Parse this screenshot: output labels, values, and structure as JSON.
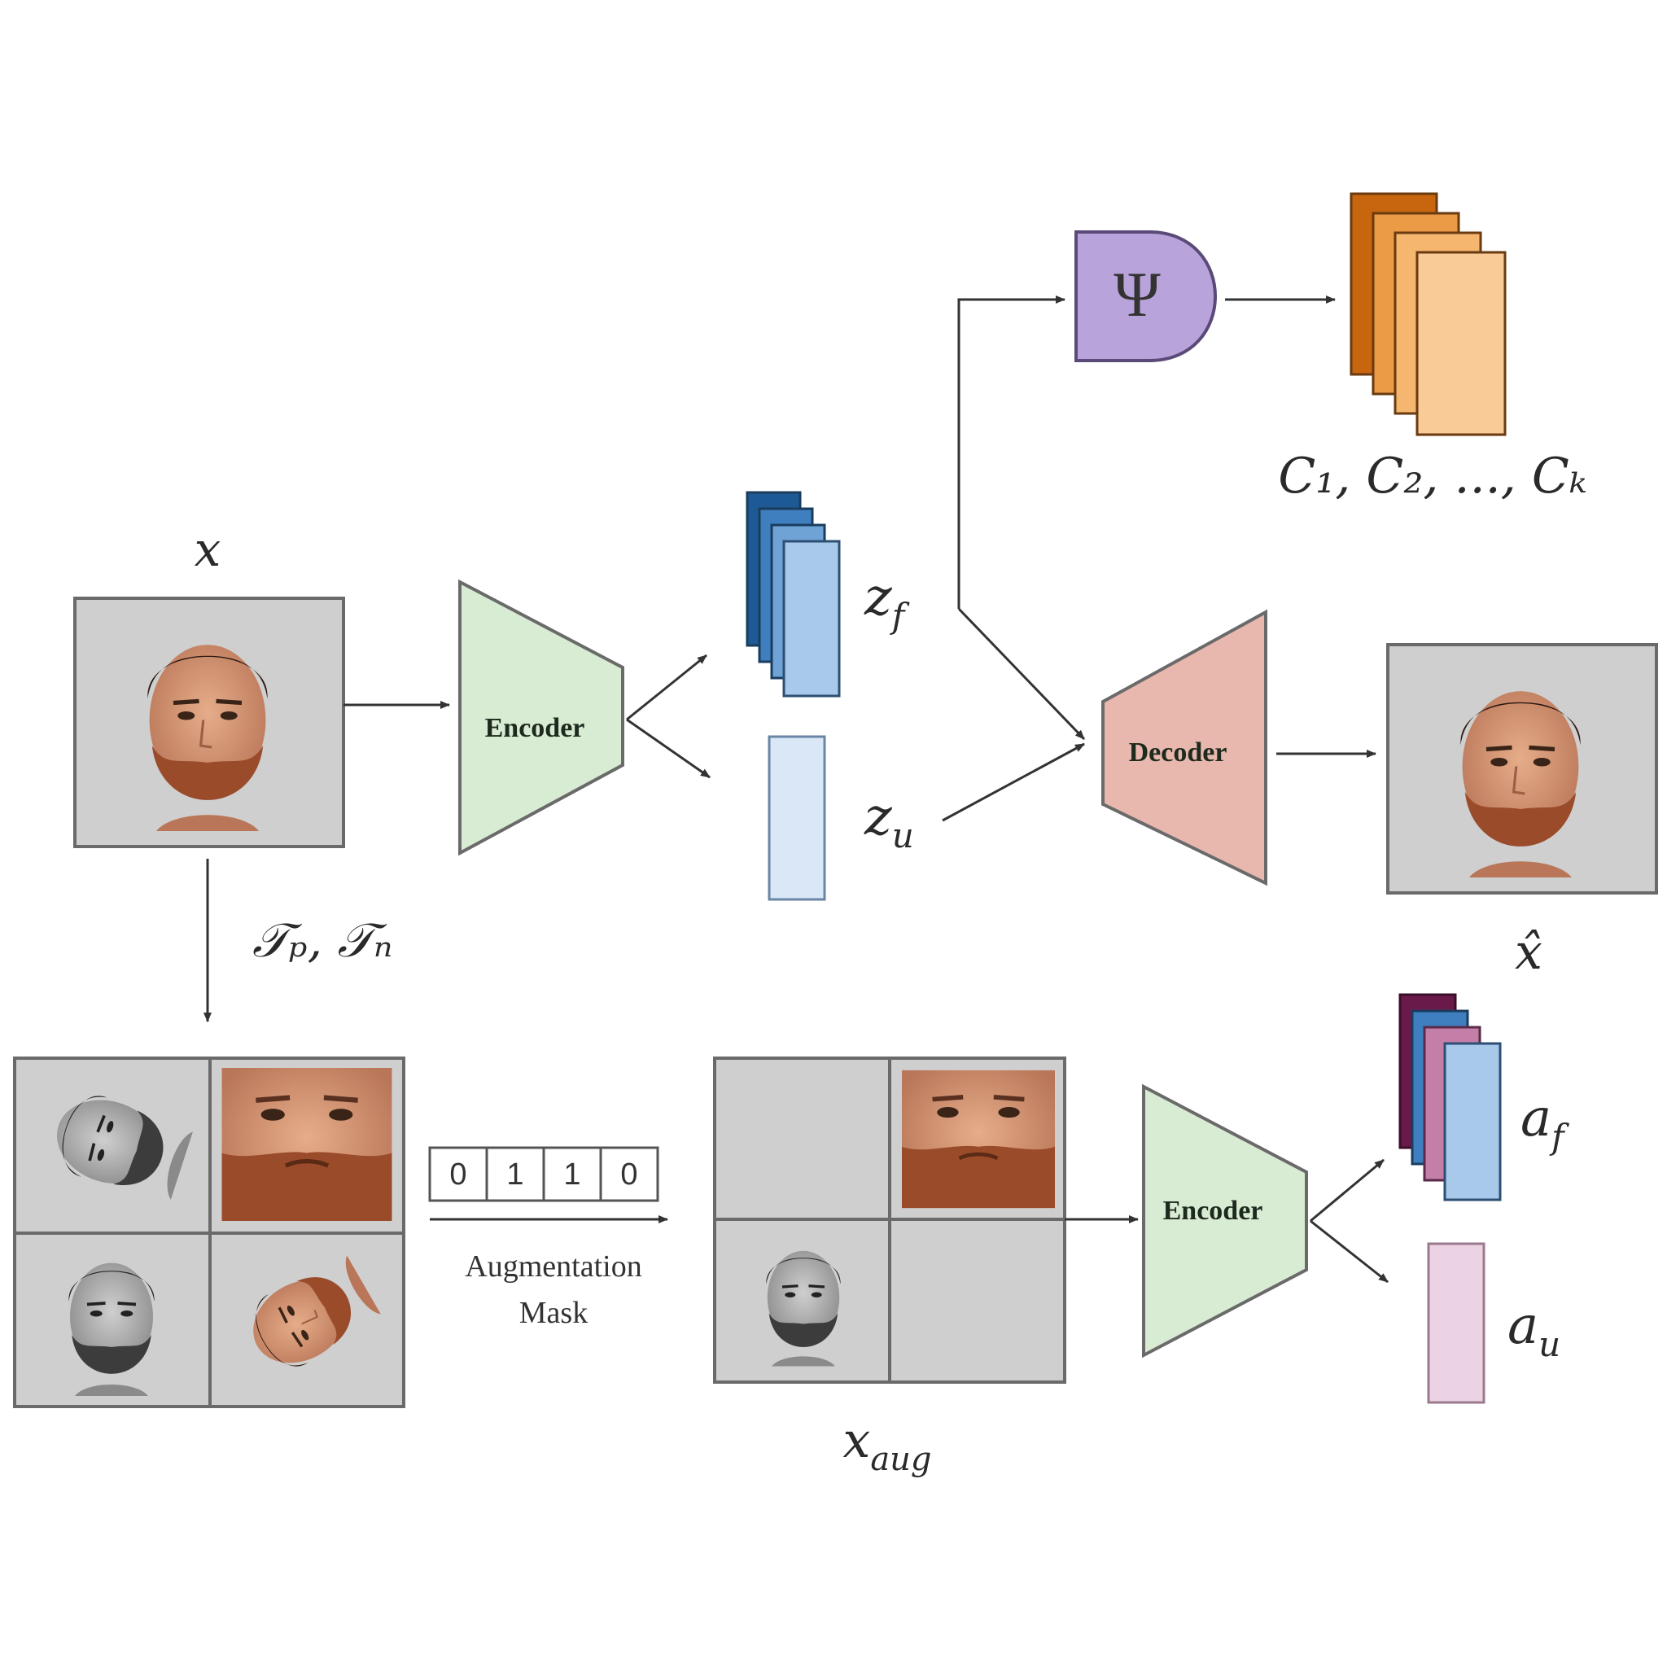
{
  "labels": {
    "x": "x",
    "z_f": "z",
    "z_f_sub": "f",
    "z_u": "z",
    "z_u_sub": "u",
    "psi": "Ψ",
    "clusters": "C₁, C₂, ..., Cₖ",
    "x_hat": "x̂",
    "transforms": "𝒯ₚ, 𝒯ₙ",
    "x_aug": "x",
    "x_aug_sub": "aug",
    "a_f": "a",
    "a_f_sub": "f",
    "a_u": "a",
    "a_u_sub": "u"
  },
  "blocks": {
    "encoder_top": "Encoder",
    "decoder": "Decoder",
    "encoder_bottom": "Encoder"
  },
  "mask": {
    "bits": [
      "0",
      "1",
      "1",
      "0"
    ],
    "label_line1": "Augmentation",
    "label_line2": "Mask"
  },
  "colors": {
    "encoder_fill": "#d8ebd3",
    "decoder_fill": "#e8b7ad",
    "psi_fill": "#b9a3db",
    "blue_dark": "#1d5a95",
    "blue_light": "#a9c9ea",
    "orange_dark": "#c8660f",
    "orange_light": "#f8cb97",
    "image_bg": "#cfcfcf"
  }
}
